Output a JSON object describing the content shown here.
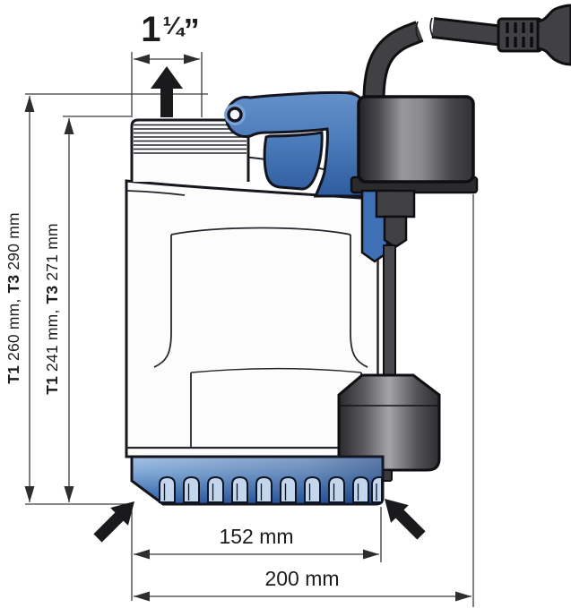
{
  "diagram": {
    "product": "submersible-drainage-pump-dimensional-drawing",
    "outlet_dimension": {
      "whole": "1",
      "fraction": "¼",
      "unit": "”"
    },
    "height_overall": {
      "model_a": "T1",
      "value_a": "260 mm,",
      "model_b": "T3",
      "value_b": "290 mm"
    },
    "height_to_thread": {
      "model_a": "T1",
      "value_a": "241 mm,",
      "model_b": "T3",
      "value_b": "271 mm"
    },
    "width_base": "152 mm",
    "width_overall": "200 mm",
    "colors": {
      "handle_blue": "#4a7ab9",
      "strainer_blue_light": "#a6c2e4",
      "strainer_blue_dark": "#2c5da6",
      "metal_light": "#a5a5a9",
      "metal_dark": "#2a2a2e",
      "cable_gray": "#414144",
      "line_dark": "#1a1a1a"
    }
  }
}
